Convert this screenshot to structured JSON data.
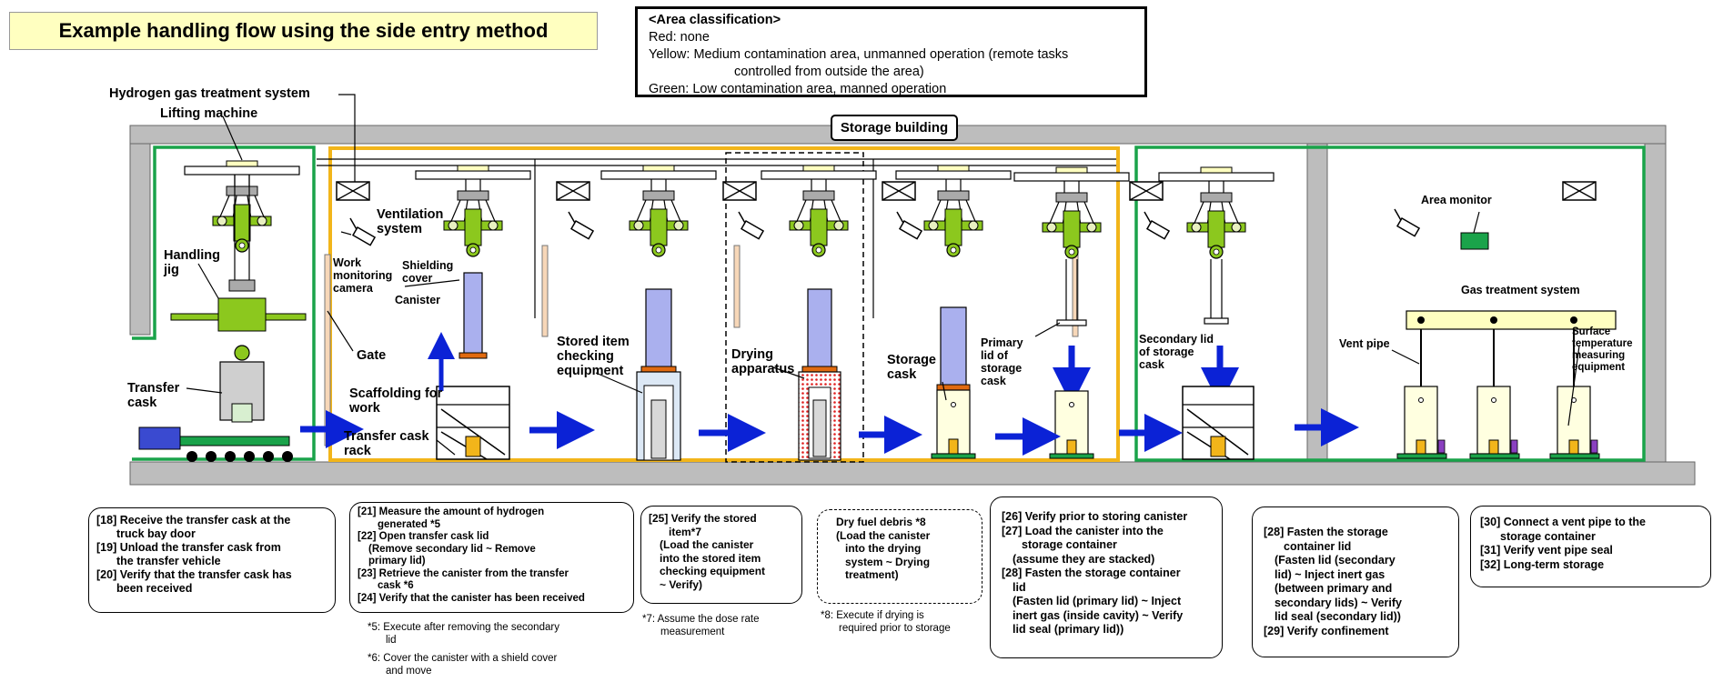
{
  "title": "Example handling flow using the side entry method",
  "legend": {
    "heading": "<Area classification>",
    "lines": [
      "Red: none",
      "Yellow: Medium contamination area, unmanned operation (remote tasks",
      "controlled from outside the area)",
      "Green: Low contamination area, manned operation"
    ]
  },
  "colors": {
    "yellow_area": "#f2b51a",
    "green_area": "#1aa34a",
    "arrow": "#0b22d6",
    "cask_purple": "#aab0ee",
    "lid_orange": "#e06a10",
    "jig_green": "#8cc81e"
  },
  "labels": {
    "storage_building": "Storage building",
    "hydrogen_gas": "Hydrogen gas treatment system",
    "lifting_machine": "Lifting machine",
    "handling_jig": "Handling jig",
    "transfer_cask": "Transfer cask",
    "ventilation": "Ventilation system",
    "work_monitoring": "Work monitoring camera",
    "shielding_cover": "Shielding cover",
    "canister": "Canister",
    "gate": "Gate",
    "scaffolding": "Scaffolding for work",
    "transfer_cask_rack": "Transfer cask rack",
    "stored_item_checking": "Stored item checking equipment",
    "drying_apparatus": "Drying apparatus",
    "storage_cask": "Storage cask",
    "primary_lid": "Primary lid of storage cask",
    "secondary_lid": "Secondary lid of storage cask",
    "area_monitor": "Area monitor",
    "gas_treatment": "Gas treatment system",
    "vent_pipe": "Vent pipe",
    "surface_temp": "Surface temperature measuring equipment"
  },
  "steps": {
    "s1": [
      "[18] Receive the transfer cask at the",
      "truck bay door",
      "[19] Unload the transfer cask from",
      "the transfer vehicle",
      "[20] Verify that the transfer cask has",
      "been received"
    ],
    "s2": [
      "[21] Measure the amount of hydrogen",
      "generated *5",
      "[22] Open transfer cask lid",
      "(Remove secondary lid ~ Remove",
      "primary lid)",
      "[23] Retrieve the canister from the transfer",
      "cask *6",
      "[24] Verify that the canister has been received"
    ],
    "s3": [
      "[25] Verify the stored",
      "item*7",
      "(Load the canister",
      "into the stored item",
      "checking equipment",
      "~ Verify)"
    ],
    "s4": [
      "Dry fuel debris *8",
      "(Load the canister",
      "into the drying",
      "system ~ Drying",
      "treatment)"
    ],
    "s5": [
      "[26] Verify prior to storing canister",
      "[27] Load the canister into the",
      "storage container",
      "(assume they are stacked)",
      "[28] Fasten the storage container",
      "lid",
      "(Fasten lid (primary lid) ~ Inject",
      "inert gas (inside cavity) ~ Verify",
      "lid seal (primary lid))"
    ],
    "s6": [
      "[28] Fasten the storage",
      "container lid",
      "(Fasten lid (secondary",
      "lid) ~ Inject inert gas",
      "(between primary and",
      "secondary lids) ~ Verify",
      "lid seal (secondary lid))",
      "[29] Verify confinement"
    ],
    "s7": [
      "[30] Connect a vent pipe to the",
      "storage container",
      "[31] Verify vent pipe seal",
      "[32] Long-term storage"
    ]
  },
  "notes": {
    "n5": [
      "*5: Execute after removing the secondary",
      "lid"
    ],
    "n6": [
      "*6: Cover the canister with a shield cover",
      "and move"
    ],
    "n7": [
      "*7: Assume the dose rate",
      "measurement"
    ],
    "n8": [
      "*8: Execute if drying is",
      "required prior to storage"
    ]
  }
}
